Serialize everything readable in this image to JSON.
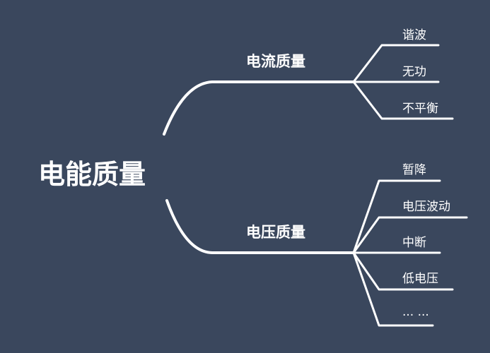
{
  "mindmap": {
    "root": "电能质量",
    "branches": [
      {
        "label": "电流质量",
        "children": [
          "谐波",
          "无功",
          "不平衡"
        ]
      },
      {
        "label": "电压质量",
        "children": [
          "暂降",
          "电压波动",
          "中断",
          "低电压",
          "... ..."
        ]
      }
    ]
  },
  "colors": {
    "background": "#3a475d",
    "line": "#ffffff",
    "text": "#ffffff"
  }
}
